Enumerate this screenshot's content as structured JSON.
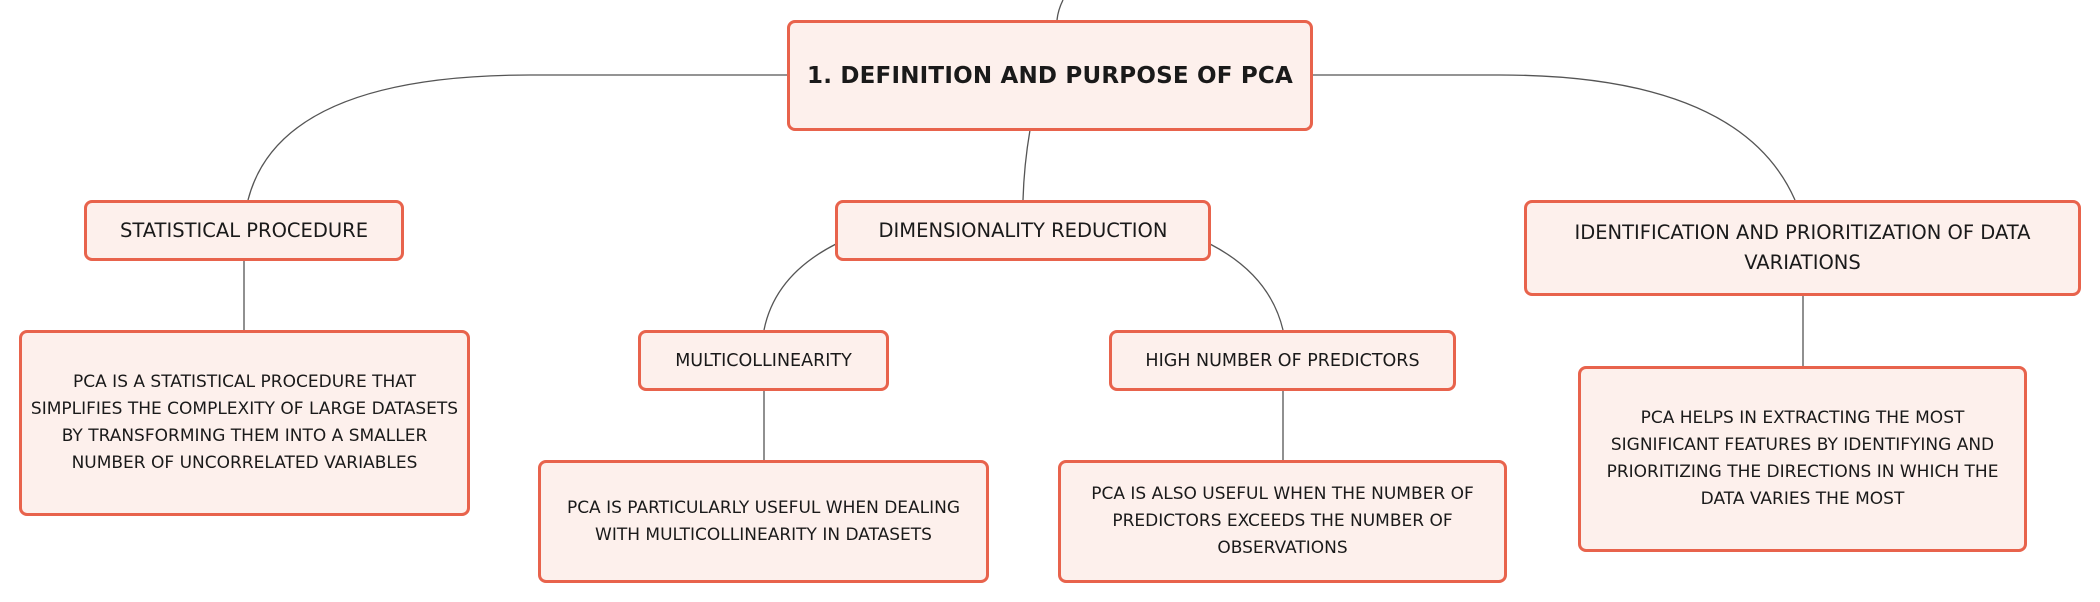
{
  "diagram": {
    "root": {
      "label": "1. DEFINITION AND PURPOSE OF PCA"
    },
    "branches": [
      {
        "label": "STATISTICAL PROCEDURE",
        "detail": "PCA IS A STATISTICAL PROCEDURE THAT SIMPLIFIES THE COMPLEXITY OF LARGE DATASETS BY TRANSFORMING THEM INTO A SMALLER NUMBER OF UNCORRELATED VARIABLES"
      },
      {
        "label": "DIMENSIONALITY REDUCTION",
        "children": [
          {
            "label": "MULTICOLLINEARITY",
            "detail": "PCA IS PARTICULARLY USEFUL WHEN DEALING WITH MULTICOLLINEARITY IN DATASETS"
          },
          {
            "label": "HIGH NUMBER OF PREDICTORS",
            "detail": "PCA IS ALSO USEFUL WHEN THE NUMBER OF PREDICTORS EXCEEDS THE NUMBER OF OBSERVATIONS"
          }
        ]
      },
      {
        "label": "IDENTIFICATION AND PRIORITIZATION OF DATA VARIATIONS",
        "detail": "PCA HELPS IN EXTRACTING THE MOST SIGNIFICANT FEATURES BY IDENTIFYING AND PRIORITIZING THE DIRECTIONS IN WHICH THE DATA VARIES THE MOST"
      }
    ]
  },
  "colors": {
    "node_border": "#e8634c",
    "node_fill": "#fdf0ec",
    "connector": "#555555",
    "text": "#1a1a1a"
  }
}
